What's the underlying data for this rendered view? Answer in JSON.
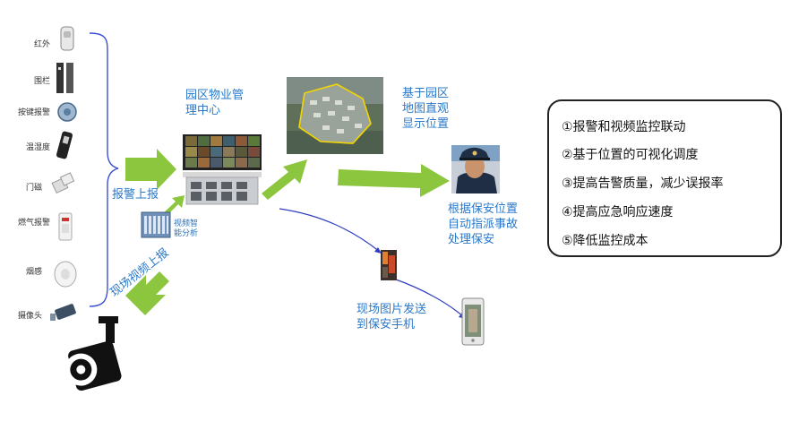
{
  "sensors": [
    {
      "label": "红外",
      "icon": "infrared-sensor-icon"
    },
    {
      "label": "围栏",
      "icon": "fence-sensor-icon"
    },
    {
      "label": "按键报警",
      "icon": "alarm-button-icon"
    },
    {
      "label": "温湿度",
      "icon": "thermo-hygrometer-icon"
    },
    {
      "label": "门磁",
      "icon": "door-magnet-icon"
    },
    {
      "label": "燃气报警",
      "icon": "gas-alarm-icon"
    },
    {
      "label": "烟感",
      "icon": "smoke-detector-icon"
    },
    {
      "label": "摄像头",
      "icon": "camera-icon"
    }
  ],
  "center": {
    "title_line1": "园区物业管",
    "title_line2": "理中心"
  },
  "labels": {
    "alarm_report": "报警上报",
    "video_report": "现场视频上报",
    "video_analysis_line1": "视频智",
    "video_analysis_line2": "能分析",
    "map_line1": "基于园区",
    "map_line2": "地图直观",
    "map_line3": "显示位置",
    "guard_line1": "根据保安位置",
    "guard_line2": "自动指派事故",
    "guard_line3": "处理保安",
    "photo_line1": "现场图片发送",
    "photo_line2": "到保安手机"
  },
  "benefits": [
    "①报警和视频监控联动",
    "②基于位置的可视化调度",
    "③提高告警质量，减少误报率",
    "④提高应急响应速度",
    "⑤降低监控成本"
  ],
  "colors": {
    "arrow_green": "#8cc63e",
    "text_blue": "#2a78c8",
    "line_blue": "#2f3fbf"
  }
}
